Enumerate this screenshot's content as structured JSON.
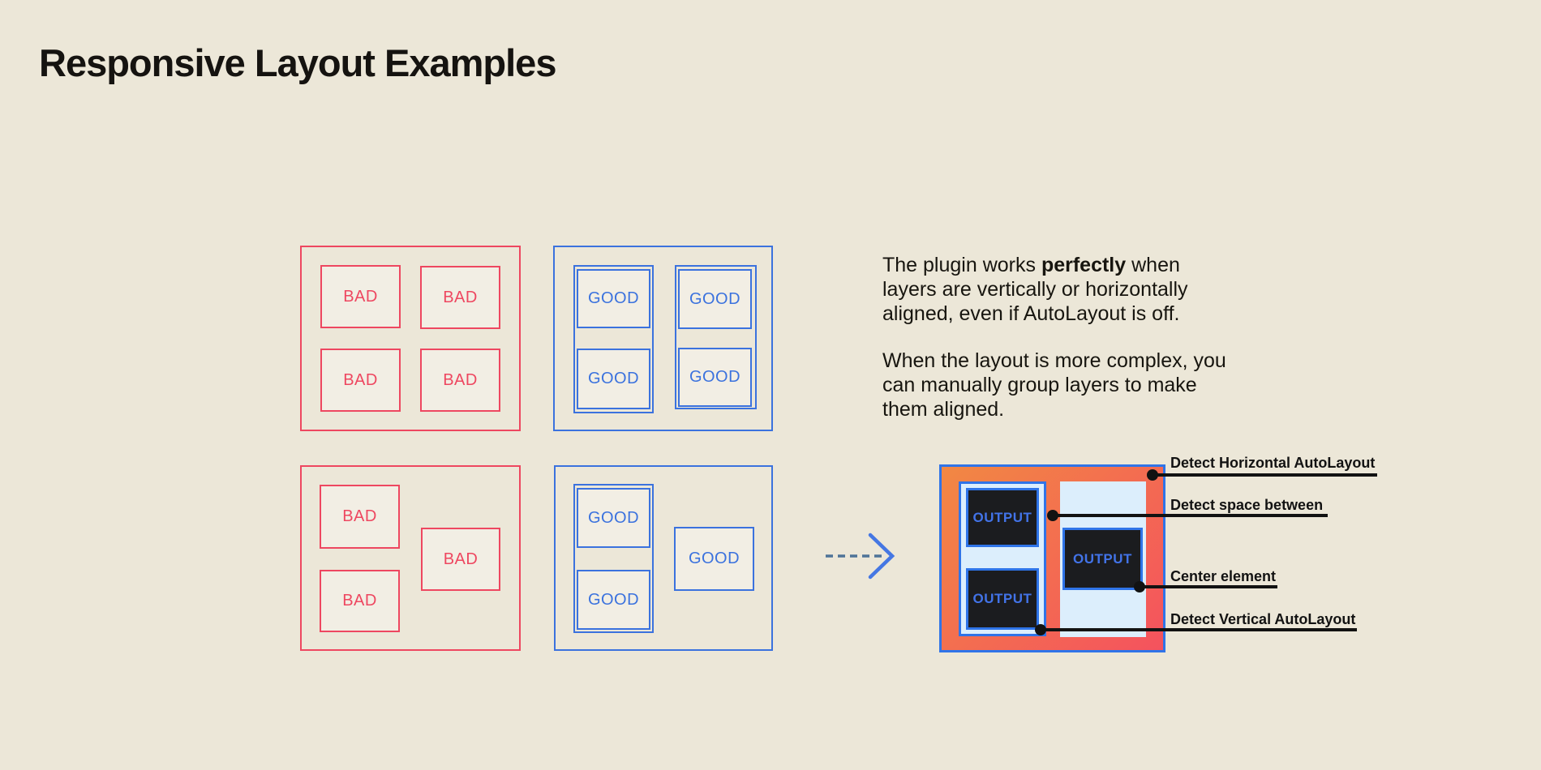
{
  "title": "Responsive Layout Examples",
  "colors": {
    "background": "#ECE7D8",
    "bad_red": "#EE4760",
    "good_blue": "#3B72DE",
    "output_border_blue": "#2F74E8",
    "panel_light_blue": "#DCEEFC",
    "dark_box": "#1B1C1F",
    "output_text_blue": "#4273E8",
    "gradient_start": "#F28843",
    "gradient_end": "#F4525E",
    "annotation_black": "#121212"
  },
  "examples": {
    "bad_grid": {
      "labels": [
        "BAD",
        "BAD",
        "BAD",
        "BAD"
      ]
    },
    "good_grid": {
      "labels": [
        "GOOD",
        "GOOD",
        "GOOD",
        "GOOD"
      ]
    },
    "bad_scattered": {
      "labels": [
        "BAD",
        "BAD",
        "BAD"
      ]
    },
    "good_scattered": {
      "labels": [
        "GOOD",
        "GOOD",
        "GOOD"
      ]
    }
  },
  "description": {
    "line1_pre": "The plugin works",
    "line1_bold": "perfectly",
    "line1_post": "when",
    "line2": "layers are vertically or horizontally",
    "line3": "aligned, even if AutoLayout is off.",
    "line4": "When the layout is more complex, you",
    "line5": "can manually group layers to make",
    "line6": "them aligned."
  },
  "output": {
    "labels": [
      "OUTPUT",
      "OUTPUT",
      "OUTPUT"
    ]
  },
  "annotations": [
    {
      "label": "Detect Horizontal AutoLayout"
    },
    {
      "label": "Detect space between"
    },
    {
      "label": "Center element"
    },
    {
      "label": "Detect Vertical AutoLayout"
    }
  ]
}
